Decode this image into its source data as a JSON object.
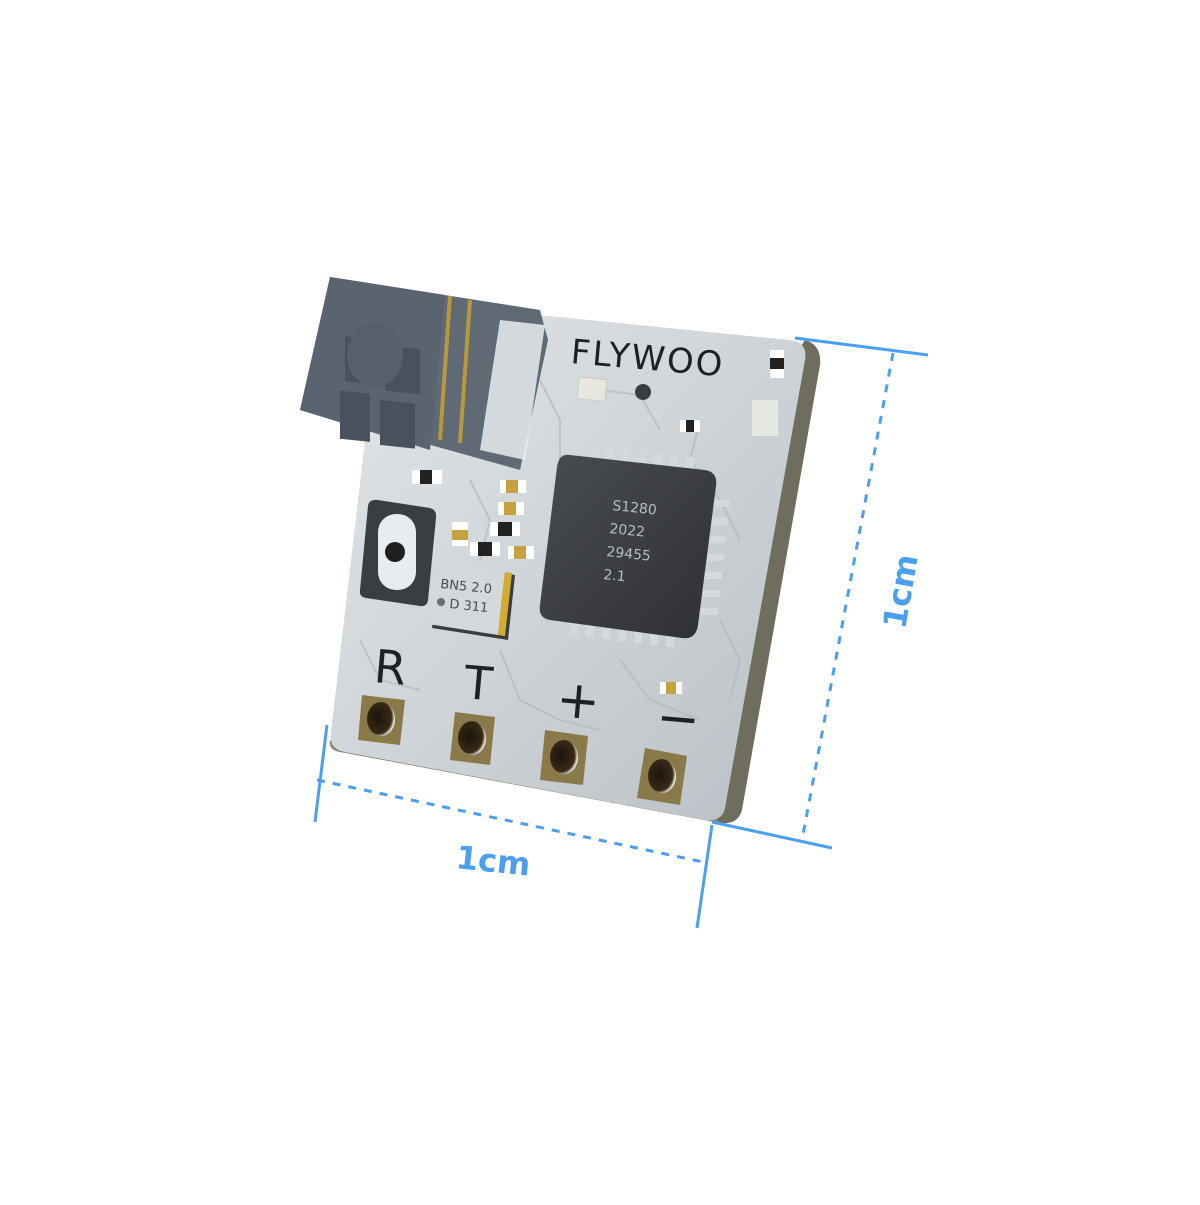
{
  "product": {
    "brand_text": "FLYWOO",
    "chip_marking": [
      "S1280",
      "2022",
      "29455",
      "2.1"
    ],
    "crystal_marking": [
      "BN5 2.0",
      "D 311"
    ],
    "pad_labels": [
      "R",
      "T",
      "+",
      "−"
    ]
  },
  "dimensions": {
    "width_label": "1cm",
    "height_label": "1cm",
    "color": "#4a9ff0"
  },
  "colors": {
    "board": "#c9ced3",
    "board_edge": "#6f6e5e",
    "chip": "#3a3d40",
    "connector": "#5a6570",
    "pad_gold": "#8a7a4a",
    "text_dark": "#1e2124",
    "accent_blue": "#4a9ff0"
  }
}
